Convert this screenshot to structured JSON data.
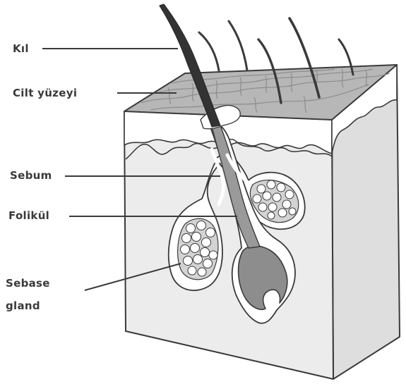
{
  "labels": {
    "hair": "Kıl",
    "skin_surface": "Cilt yüzeyi",
    "sebum": "Sebum",
    "follicle": "Folikül",
    "sebaceous_line1": "Sebase",
    "sebaceous_line2": "gland"
  },
  "colors": {
    "outline": "#3a3a3a",
    "skin_surface": "#b7b7b7",
    "block_front": "#ececec",
    "block_side": "#dedede",
    "hair": "#333333",
    "follicle": "#9a9a9a",
    "gland": "#d3d3d3",
    "sebum": "#ffffff"
  }
}
